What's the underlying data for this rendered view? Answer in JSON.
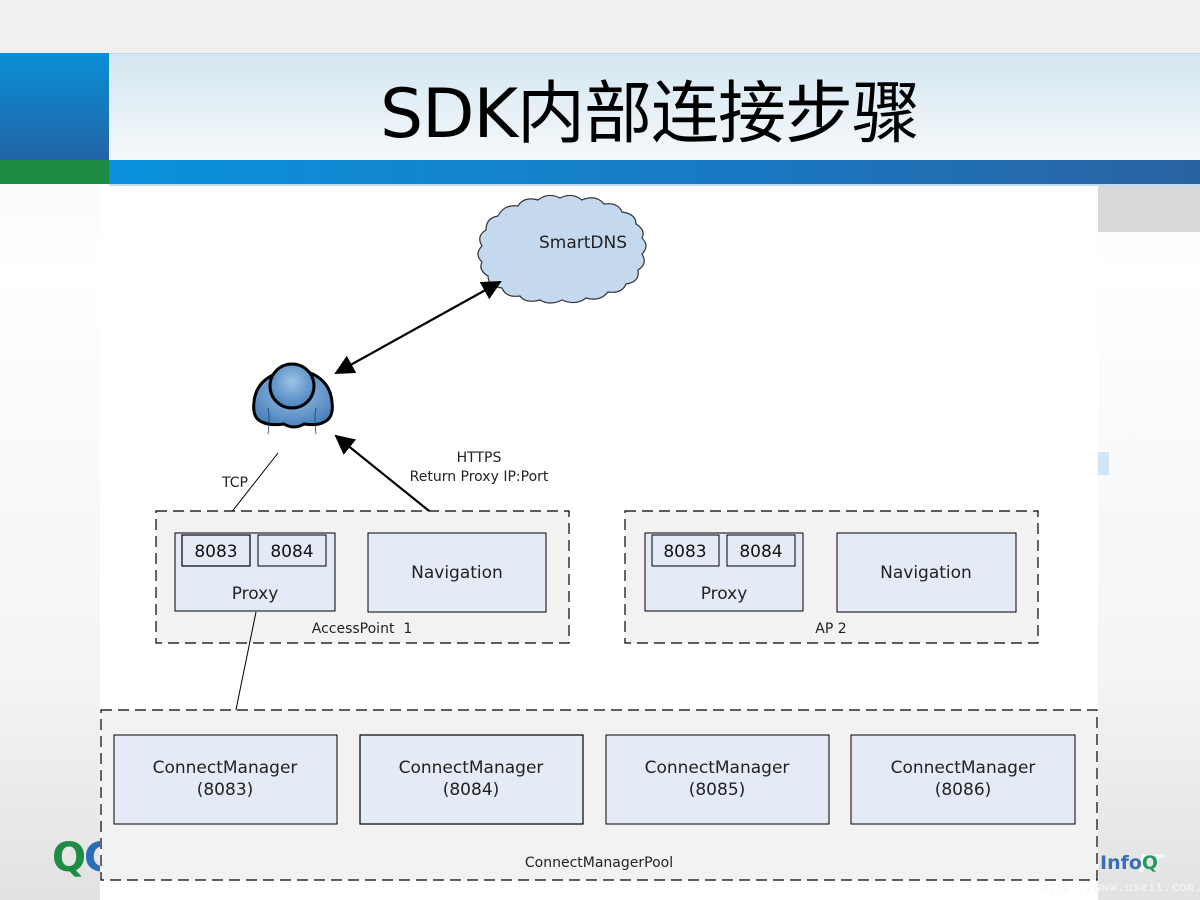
{
  "slide": {
    "title": "SDK内部连接步骤"
  },
  "diagram": {
    "cloud": {
      "label": "SmartDNS"
    },
    "user": {
      "icon": "user-icon"
    },
    "edges": {
      "tcp_label": "TCP",
      "https_label": "HTTPS",
      "https_sublabel": "Return Proxy IP:Port"
    },
    "access_points": [
      {
        "label": "AccessPoint  1",
        "proxy": {
          "label": "Proxy",
          "ports": [
            "8083",
            "8084"
          ]
        },
        "navigation": {
          "label": "Navigation"
        }
      },
      {
        "label": "AP 2",
        "proxy": {
          "label": "Proxy",
          "ports": [
            "8083",
            "8084"
          ]
        },
        "navigation": {
          "label": "Navigation"
        }
      }
    ],
    "pool": {
      "label": "ConnectManagerPool",
      "managers": [
        {
          "name": "ConnectManager",
          "port": "(8083)"
        },
        {
          "name": "ConnectManager",
          "port": "(8084)"
        },
        {
          "name": "ConnectManager",
          "port": "(8085)"
        },
        {
          "name": "ConnectManager",
          "port": "(8086)"
        }
      ]
    }
  },
  "branding": {
    "logo_left_1": "Q",
    "logo_left_2": "C",
    "watermark_infoq": "Info",
    "watermark_infoq_q": "Q",
    "watermark_useit": "IT",
    "watermark_url": "http://www.useit.com.cn"
  },
  "colors": {
    "box_fill": "#e4ebf6",
    "group_fill": "#f2f2f2",
    "cloud_fill": "#c5d9ee",
    "user_fill": "#5b93c9",
    "brand_blue": "#1a78c2",
    "brand_green": "#1f8c45"
  }
}
